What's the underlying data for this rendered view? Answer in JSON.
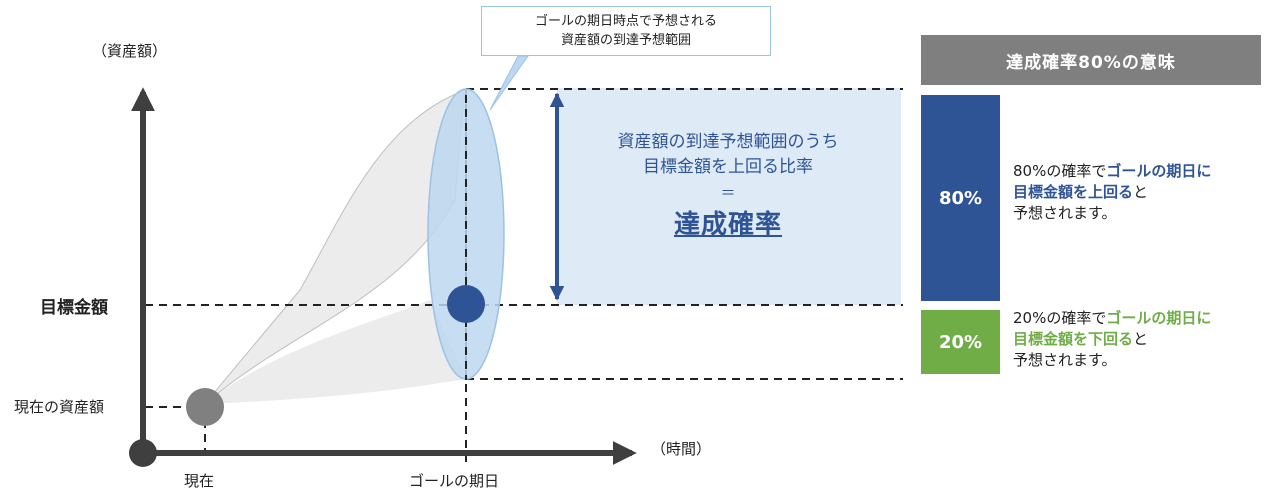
{
  "axes": {
    "y_label": "（資産額）",
    "x_label": "（時間）",
    "target_label": "目標金額",
    "current_asset_label": "現在の資産額",
    "now_label": "現在",
    "goal_date_label": "ゴールの期日"
  },
  "callout": {
    "line1": "ゴールの期日時点で予想される",
    "line2": "資産額の到達予想範囲"
  },
  "range_text": {
    "line1": "資産額の到達予想範囲のうち",
    "line2": "目標金額を上回る比率",
    "equals": "＝",
    "highlight": "達成確率"
  },
  "legend": {
    "header": "達成確率80%の意味",
    "above": {
      "pct": "80%",
      "value": 80,
      "color": "#2f5496",
      "text_pre": "80%の確率で",
      "text_hl1": "ゴールの期日に",
      "text_hl2": "目標金額を上回る",
      "text_post1": "と",
      "text_post2": "予想されます。"
    },
    "below": {
      "pct": "20%",
      "value": 20,
      "color": "#70ad47",
      "text_pre": "20%の確率で",
      "text_hl1": "ゴールの期日に",
      "text_hl2": "目標金額を下回る",
      "text_post1": "と",
      "text_post2": "予想されます。"
    }
  },
  "colors": {
    "axis": "#3f3f3f",
    "range_fill": "#bdd7ee",
    "range_stroke": "#9cc2e5",
    "target_dot": "#2f5496",
    "current_dot": "#808080",
    "band_fill": "#deebf7",
    "cone_fill": "#ececec",
    "header_bg": "#7f7f7f"
  }
}
